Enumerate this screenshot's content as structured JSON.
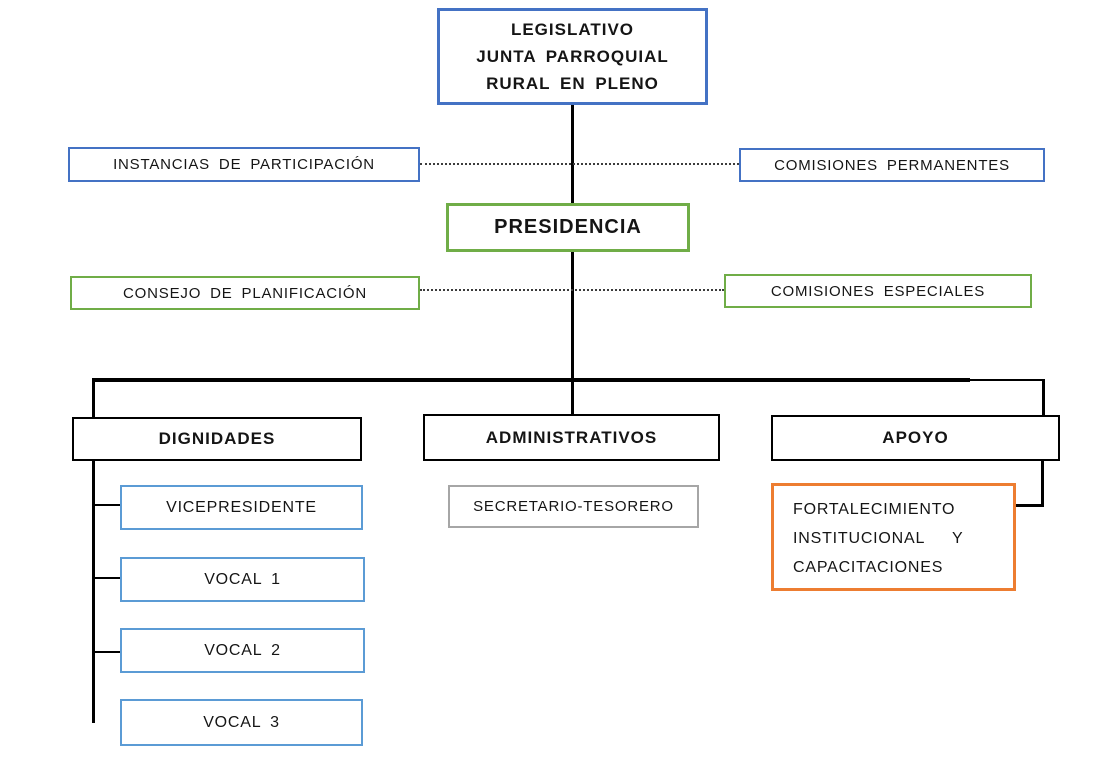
{
  "colors": {
    "blue": "#4472C4",
    "lightblue": "#5B9BD5",
    "green": "#70AD47",
    "orange": "#ED7D31",
    "gray": "#A6A6A6",
    "line": "#000000"
  },
  "chart": {
    "legislativo": {
      "lines": [
        "LEGISLATIVO",
        "JUNTA PARROQUIAL",
        "RURAL EN PLENO"
      ]
    },
    "instancias": "INSTANCIAS DE PARTICIPACIÓN",
    "comisiones_permanentes": "COMISIONES PERMANENTES",
    "presidencia": "PRESIDENCIA",
    "consejo_planificacion": "CONSEJO DE PLANIFICACIÓN",
    "comisiones_especiales": "COMISIONES ESPECIALES",
    "dignidades": "DIGNIDADES",
    "administrativos": "ADMINISTRATIVOS",
    "apoyo": "APOYO",
    "vicepresidente": "VICEPRESIDENTE",
    "vocal_1": "VOCAL 1",
    "vocal_2": "VOCAL 2",
    "vocal_3": "VOCAL 3",
    "secretario_tesorero": "SECRETARIO-TESORERO",
    "fortalecimiento": {
      "lines": [
        "FORTALECIMIENTO",
        "INSTITUCIONAL   Y",
        "CAPACITACIONES"
      ]
    }
  }
}
